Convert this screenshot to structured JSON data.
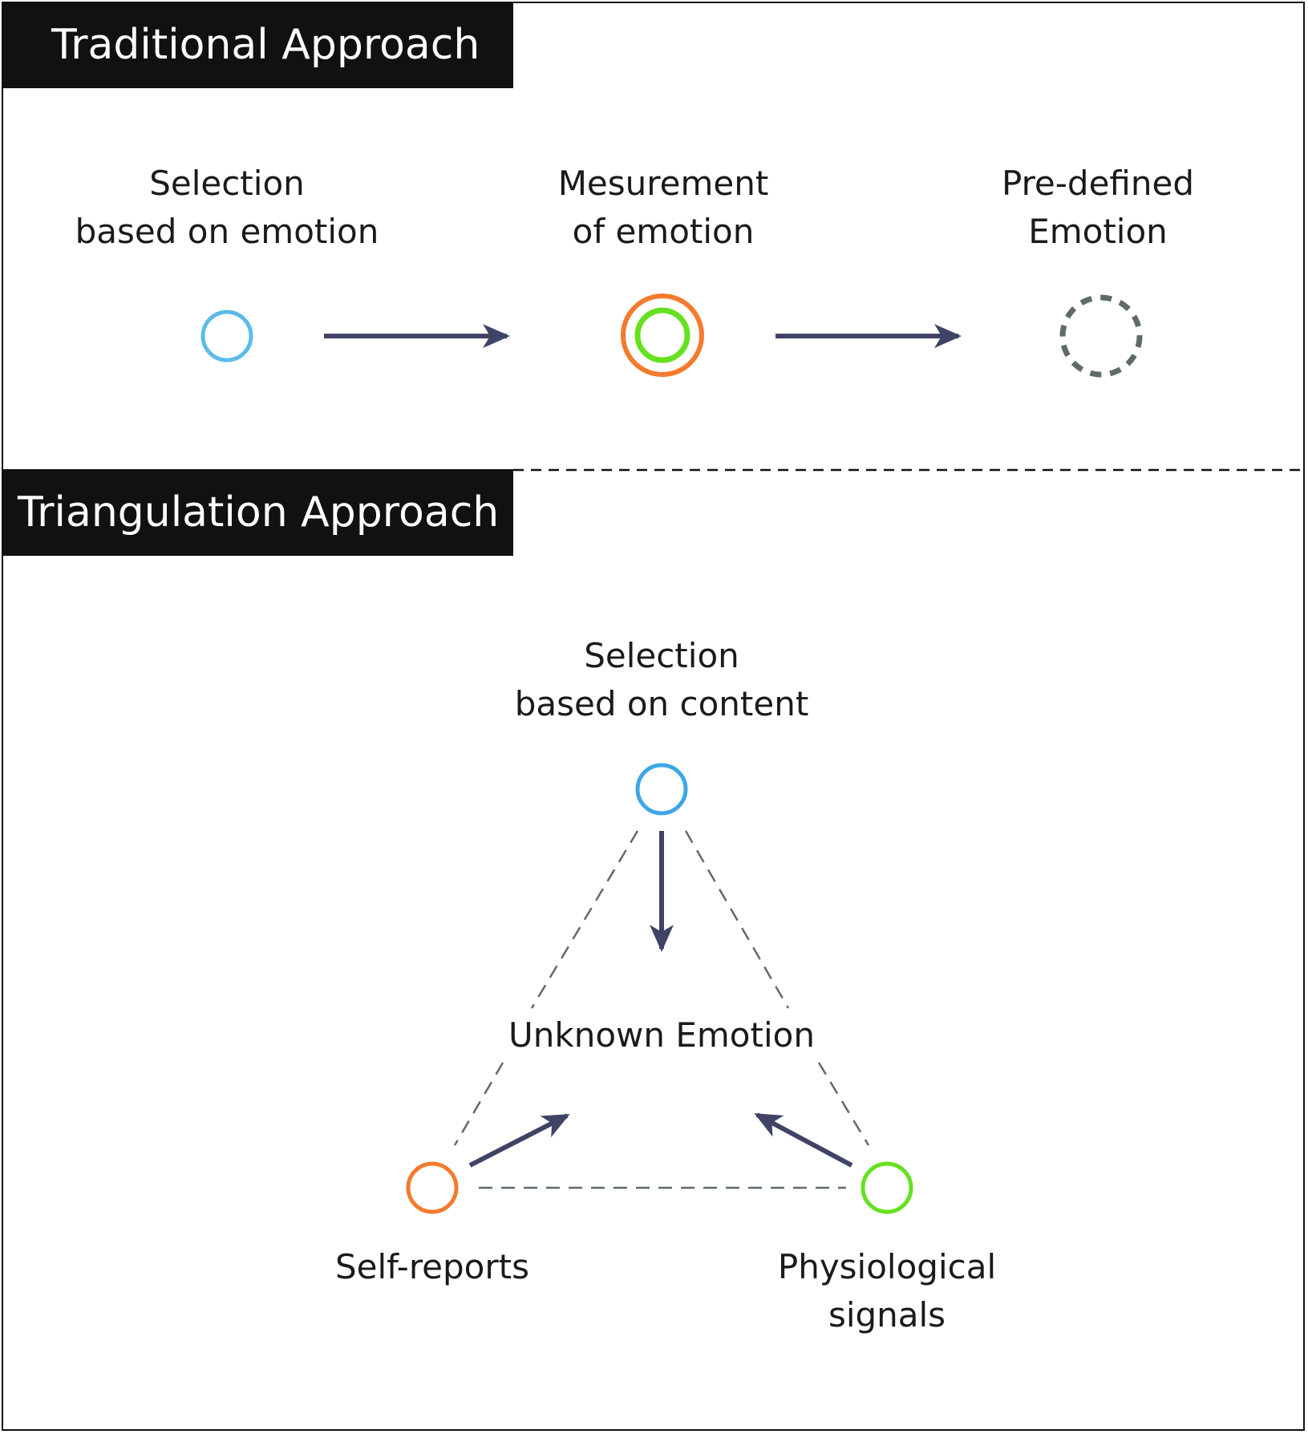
{
  "traditional": {
    "title": "Traditional Approach",
    "steps": [
      {
        "line1": "Selection",
        "line2": "based on emotion"
      },
      {
        "line1": "Mesurement",
        "line2": "of emotion"
      },
      {
        "line1": "Pre-defined",
        "line2": "Emotion"
      }
    ]
  },
  "triangulation": {
    "title": "Triangulation Approach",
    "top_node": {
      "line1": "Selection",
      "line2": "based on content"
    },
    "center": "Unknown Emotion",
    "left_node": "Self-reports",
    "right_node": {
      "line1": "Physiological",
      "line2": "signals"
    }
  },
  "colors": {
    "blue": "#5cbbea",
    "blue_dark": "#3ea6e6",
    "orange": "#f47a2e",
    "green": "#66e01f",
    "gray": "#5f6b6b",
    "arrow": "#3f4466"
  }
}
